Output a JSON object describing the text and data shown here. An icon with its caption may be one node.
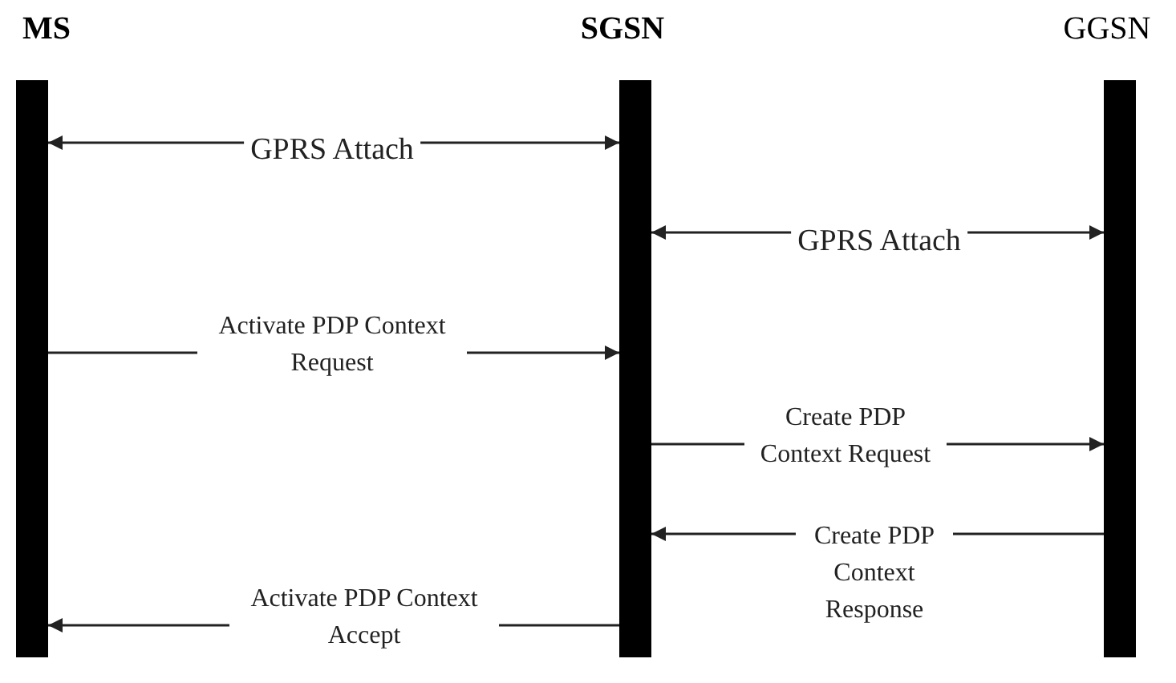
{
  "diagram": {
    "nodes": [
      {
        "text": [
          "MS"
        ]
      },
      {
        "text": [
          "SGSN"
        ]
      },
      {
        "text": [
          "GGSN"
        ]
      }
    ],
    "edges": [
      {
        "from": 0,
        "to": 1,
        "arrow": "both",
        "label": "GPRS Attach"
      },
      {
        "from": 1,
        "to": 2,
        "arrow": "both",
        "label": "GPRS Attach"
      },
      {
        "from": 0,
        "to": 1,
        "arrow": "to",
        "label": "Activate PDP Context Request"
      },
      {
        "from": 1,
        "to": 2,
        "arrow": "to",
        "label": "Create PDP Context Request"
      },
      {
        "from": 2,
        "to": 1,
        "arrow": "to",
        "label": "Create PDP Context Response"
      },
      {
        "from": 1,
        "to": 0,
        "arrow": "to",
        "label": "Activate PDP Context Accept"
      }
    ]
  }
}
